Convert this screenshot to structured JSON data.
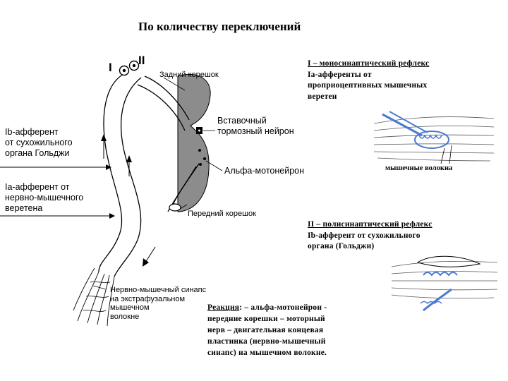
{
  "title": "По количеству переключений",
  "mono": {
    "heading": "I – моносинаптический рефлекс",
    "lines": [
      "Iа-афференты от",
      "проприоцептивных мышечных",
      "веретен"
    ],
    "fiber_label": "мышечные волокна"
  },
  "poly": {
    "heading": "II – полисинаптический рефлекс",
    "lines": [
      "Ib-афферент от сухожильного",
      "органа (Гольджи)"
    ]
  },
  "reaction": {
    "word": "Реакция",
    "first_line_rest": ": – альфа-мотонейрон -",
    "lines": [
      "передние корешки – моторный",
      "нерв – двигательная концевая",
      "пластинка (нервно-мышечный",
      "синапс) на мышечном волокне."
    ]
  },
  "diagram": {
    "roman_one": "I",
    "roman_two": "II",
    "dorsal_root": "Задний корешок",
    "ventral_root": "Передний корешок",
    "interneuron": [
      "Вставочный",
      "тормозный нейрон"
    ],
    "alpha_motoneuron": "Альфа-мотонейрон",
    "ib_afferent": [
      "Ib-афферент",
      "от сухожильного",
      "органа Гольджи"
    ],
    "ia_afferent": [
      "Iа-афферент от",
      "нервно-мышечного",
      "веретена"
    ],
    "nmj": [
      "Нервно-мышечный синапс",
      "на экстрафузальном",
      "мышечном",
      "волокне"
    ]
  },
  "colors": {
    "gray_matter": "#8c8c8c",
    "ink": "#000000",
    "spindle_blue": "#4a7bd0"
  }
}
